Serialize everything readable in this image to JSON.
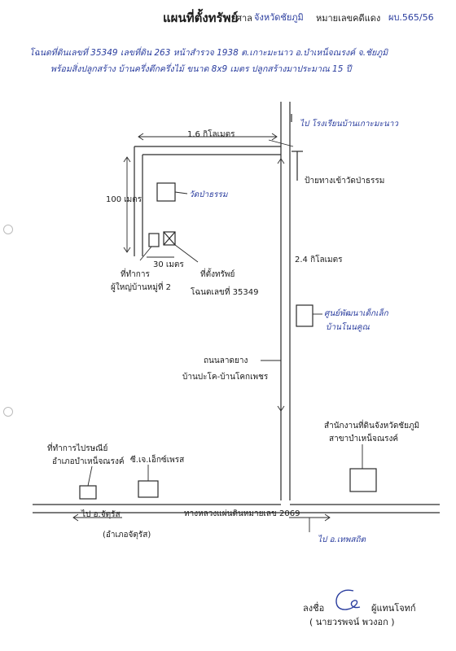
{
  "header": {
    "title": "แผนที่ตั้งทรัพย์",
    "court_label": "ศาล",
    "court_value": "จังหวัดชัยภูมิ",
    "case_label": "หมายเลขคดีแดง",
    "case_value": "ผบ.565/56"
  },
  "description": {
    "line1": "โฉนดที่ดินเลขที่ 35349 เลขที่ดิน 263 หน้าสำรวจ 1938 ต.เกาะมะนาว อ.บำเหน็จณรงค์ จ.ชัยภูมิ",
    "line2": "พร้อมสิ่งปลูกสร้าง บ้านครึ่งตึกครึ่งไม้ ขนาด 8x9 เมตร ปลูกสร้างมาประมาณ 15 ปี"
  },
  "map": {
    "to_village_top": "ไป โรงเรียนบ้านเกาะมะนาว",
    "distance_top": "1.6 กิโลเมตร",
    "junction_label": "ป้ายทางเข้าวัดป่าธรรม",
    "temple_label": "วัดป่าธรรม",
    "distance_left": "100 เมตร",
    "distance_small": "30 เมตร",
    "village_head_label_1": "ที่ทำการ",
    "village_head_label_2": "ผู้ใหญ่บ้านหมู่ที่ 2",
    "property_label_1": "ที่ตั้งทรัพย์",
    "property_label_2": "โฉนดเลขที่ 35349",
    "distance_mid": "2.4 กิโลเมตร",
    "health_center_label_1": "ศูนย์พัฒนาเด็กเล็ก",
    "health_center_label_2": "บ้านโนนคูณ",
    "road_label_1": "ถนนลาดยาง",
    "road_label_2": "บ้านปะโค-บ้านโคกเพชร",
    "office_right_label_1": "สำนักงานที่ดินจังหวัดชัยภูมิ",
    "office_right_label_2": "สาขาบำเหน็จณรงค์",
    "post_office_label_1": "ที่ทำการไปรษณีย์",
    "post_office_label_2": "อำเภอบำเหน็จณรงค์",
    "big_c_label": "ซี.เจ.เอ็กซ์เพรส",
    "highway_label": "ทางหลวงแผ่นดินหมายเลข 2069",
    "to_left": "ไป อ.จัตุรัส",
    "to_left_sub": "(อำเภอจัตุรัส)",
    "to_right": "ไป อ.เทพสถิต"
  },
  "signature": {
    "label": "ลงชื่อ",
    "title": "ผู้แทนโจทก์",
    "name": "( นายวรพจน์ พวงอก )"
  }
}
